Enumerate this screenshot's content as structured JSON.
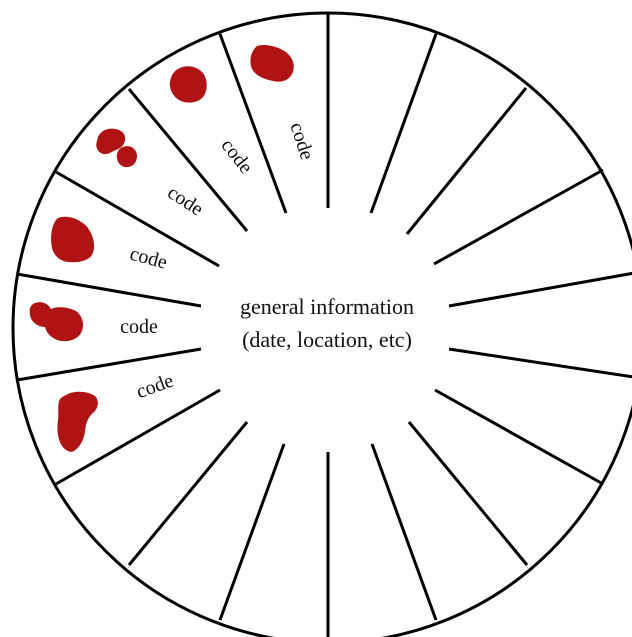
{
  "center": {
    "line1": "general information",
    "line2": "(date, location, etc)"
  },
  "segment_labels": [
    "code",
    "code",
    "code",
    "code",
    "code",
    "code"
  ],
  "colors": {
    "stain": "#b01313",
    "line": "#000000",
    "background": "#ffffff"
  }
}
